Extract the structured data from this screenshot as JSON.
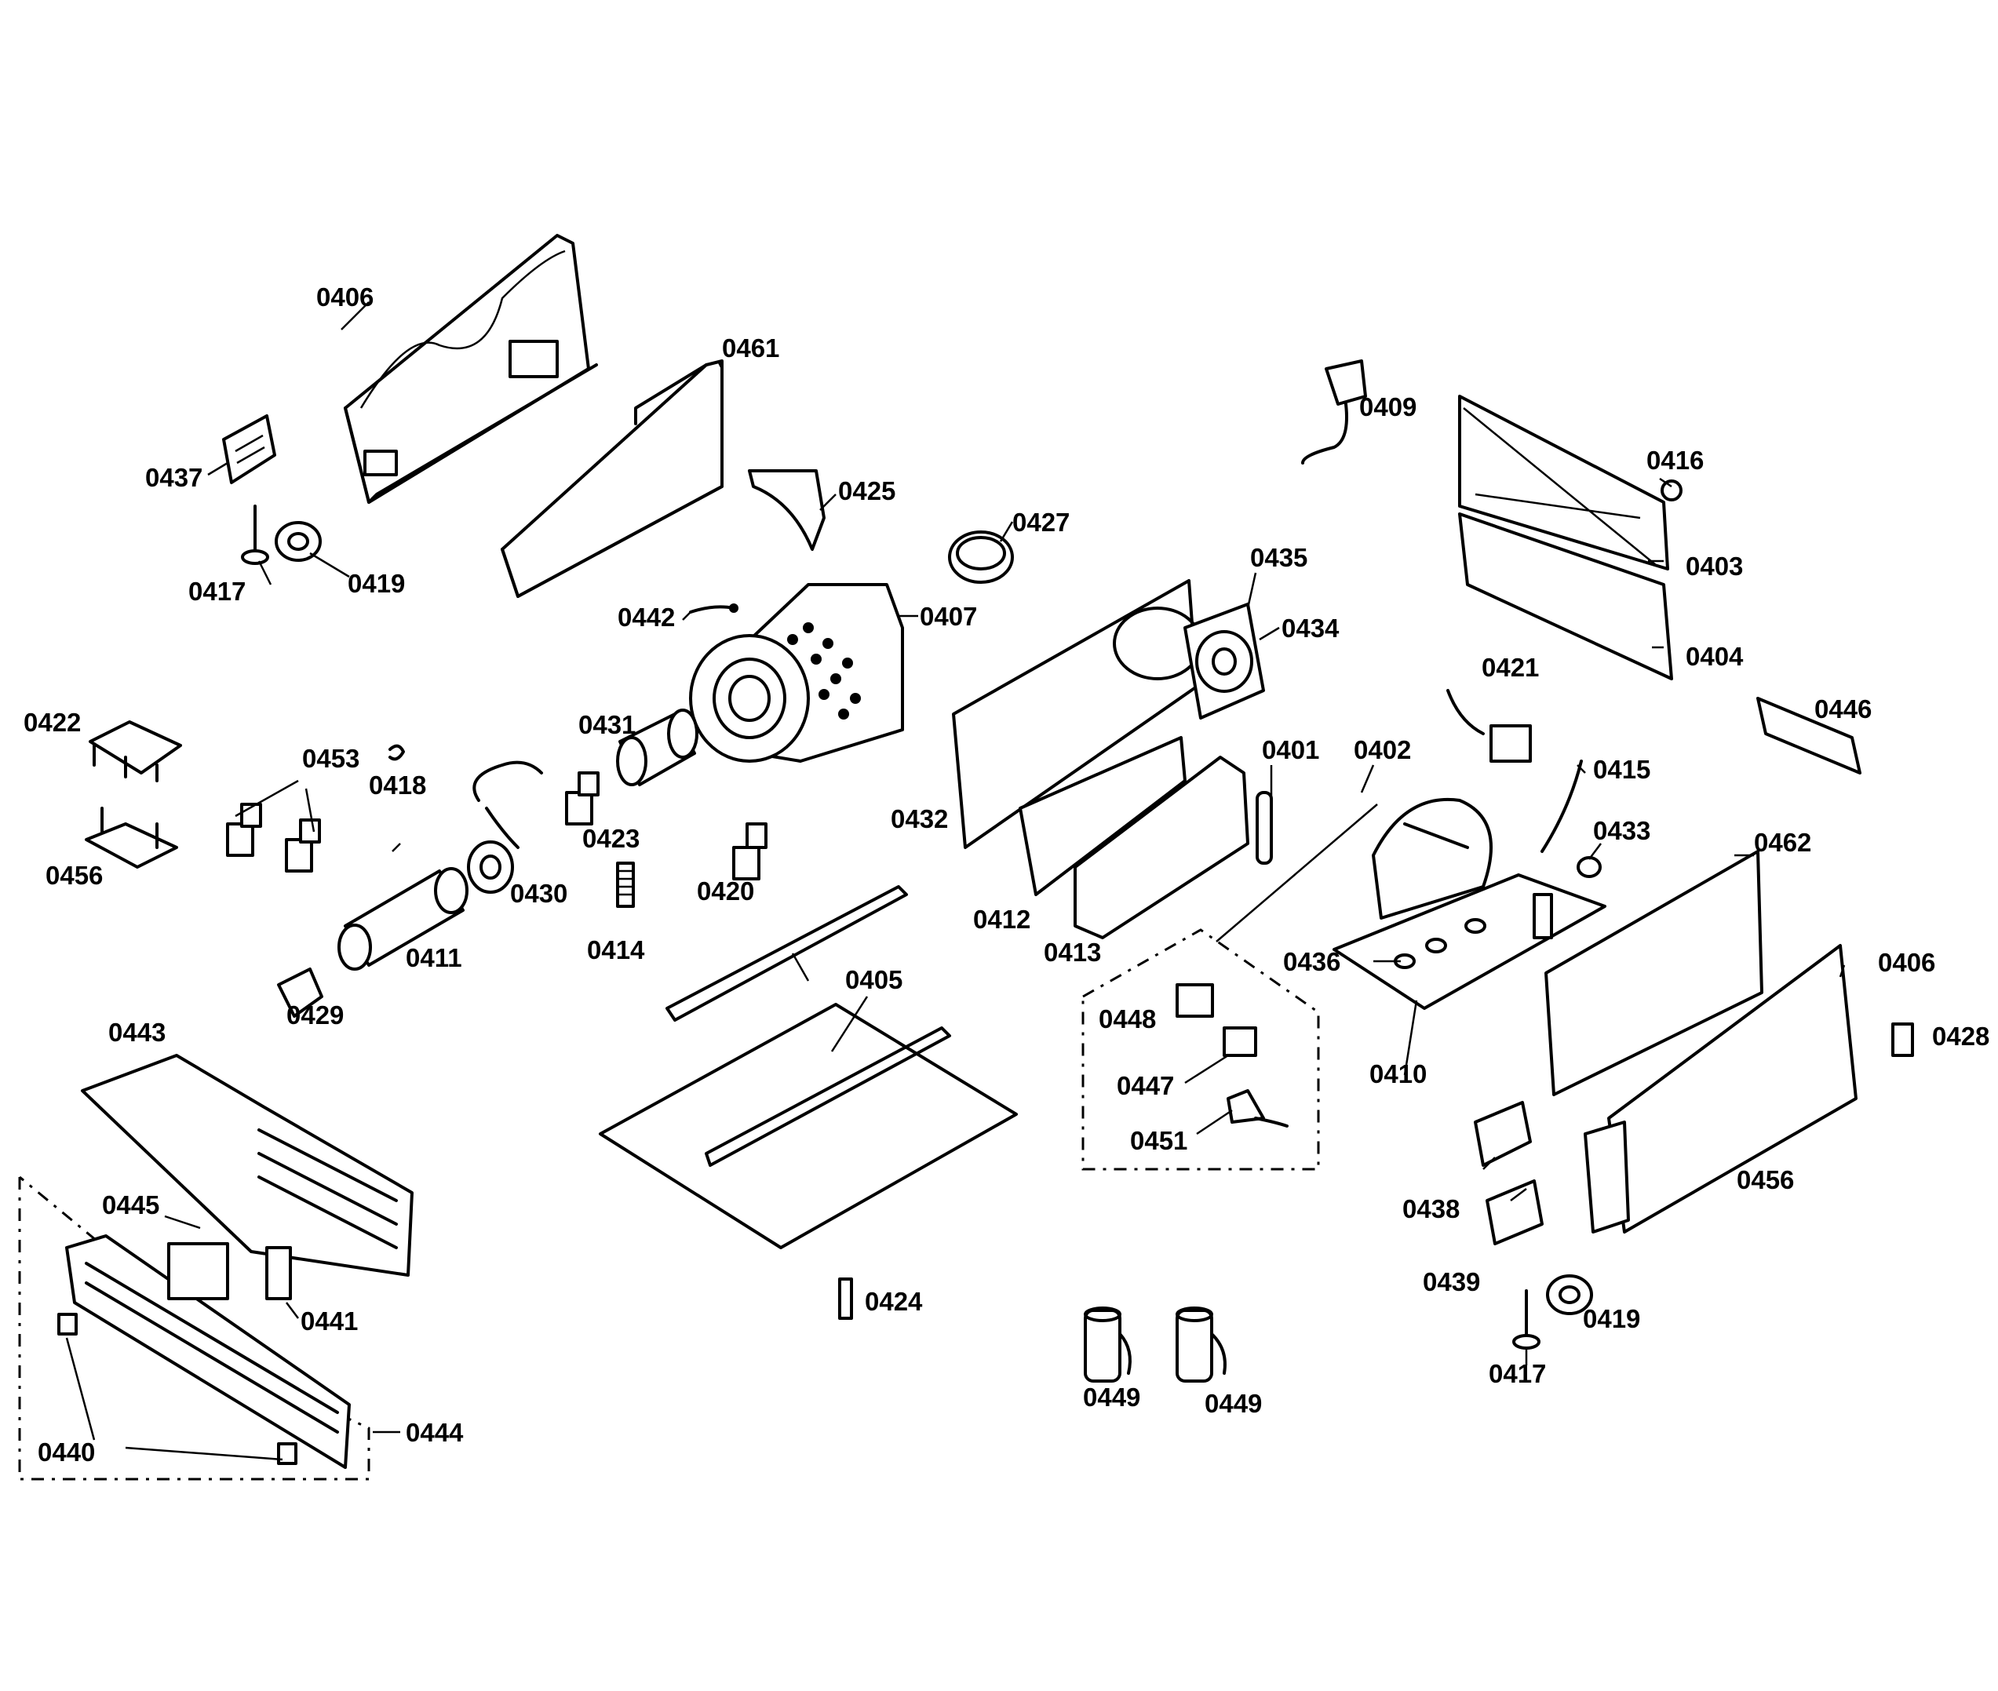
{
  "labels": {
    "l0406a": "0406",
    "l0461": "0461",
    "l0437": "0437",
    "l0417a": "0417",
    "l0419a": "0419",
    "l0425": "0425",
    "l0427": "0427",
    "l0442": "0442",
    "l0407": "0407",
    "l0409": "0409",
    "l0416": "0416",
    "l0403": "0403",
    "l0404": "0404",
    "l0435": "0435",
    "l0434": "0434",
    "l0421": "0421",
    "l0446": "0446",
    "l0422": "0422",
    "l0453": "0453",
    "l0418": "0418",
    "l0431": "0431",
    "l0423": "0423",
    "l0456a": "0456",
    "l0430": "0430",
    "l0420": "0420",
    "l0411": "0411",
    "l0414": "0414",
    "l0429": "0429",
    "l0432": "0432",
    "l0401": "0401",
    "l0402": "0402",
    "l0415": "0415",
    "l0433": "0433",
    "l0462": "0462",
    "l0412": "0412",
    "l0413": "0413",
    "l0436": "0436",
    "l0406b": "0406",
    "l0405": "0405",
    "l0448": "0448",
    "l0447": "0447",
    "l0451": "0451",
    "l0410": "0410",
    "l0428": "0428",
    "l0443": "0443",
    "l0445": "0445",
    "l0441": "0441",
    "l0438": "0438",
    "l0456b": "0456",
    "l0439": "0439",
    "l0424": "0424",
    "l0419b": "0419",
    "l0417b": "0417",
    "l0449a": "0449",
    "l0449b": "0449",
    "l0444": "0444",
    "l0440": "0440"
  }
}
